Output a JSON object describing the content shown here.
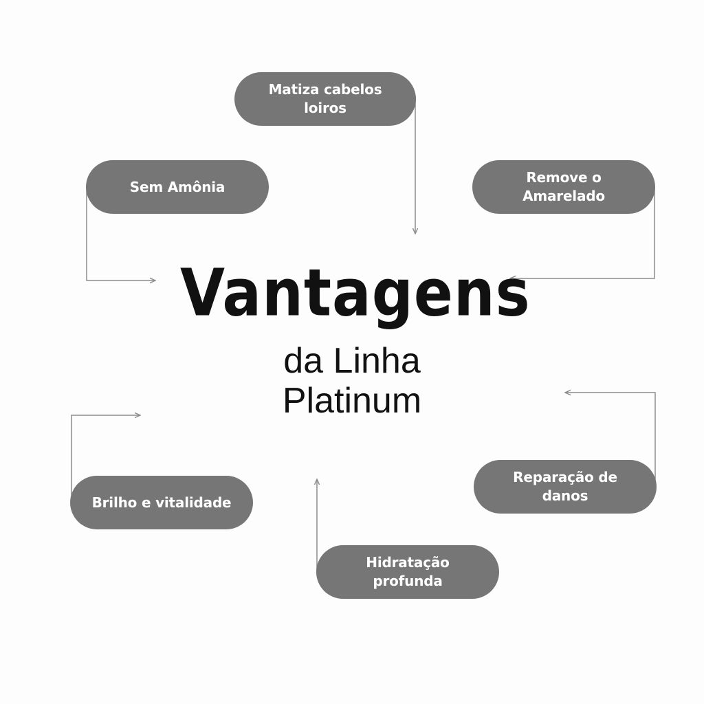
{
  "colors": {
    "pill_fill": "#767676",
    "pill_text": "#ffffff",
    "connector": "#8c8c8c",
    "heading": "#111111",
    "background": "#fdfdfd"
  },
  "heading": {
    "title": "Vantagens",
    "subtitle_line1": "da Linha",
    "subtitle_line2": "Platinum"
  },
  "benefits": [
    {
      "id": "matiza",
      "label": "Matiza cabelos\nloiros"
    },
    {
      "id": "sem-amonia",
      "label": "Sem Amônia"
    },
    {
      "id": "remove-amarelado",
      "label": "Remove o\nAmarelado"
    },
    {
      "id": "reparacao",
      "label": "Reparação de\ndanos"
    },
    {
      "id": "brilho",
      "label": "Brilho e vitalidade"
    },
    {
      "id": "hidratacao",
      "label": "Hidratação\nprofunda"
    }
  ]
}
